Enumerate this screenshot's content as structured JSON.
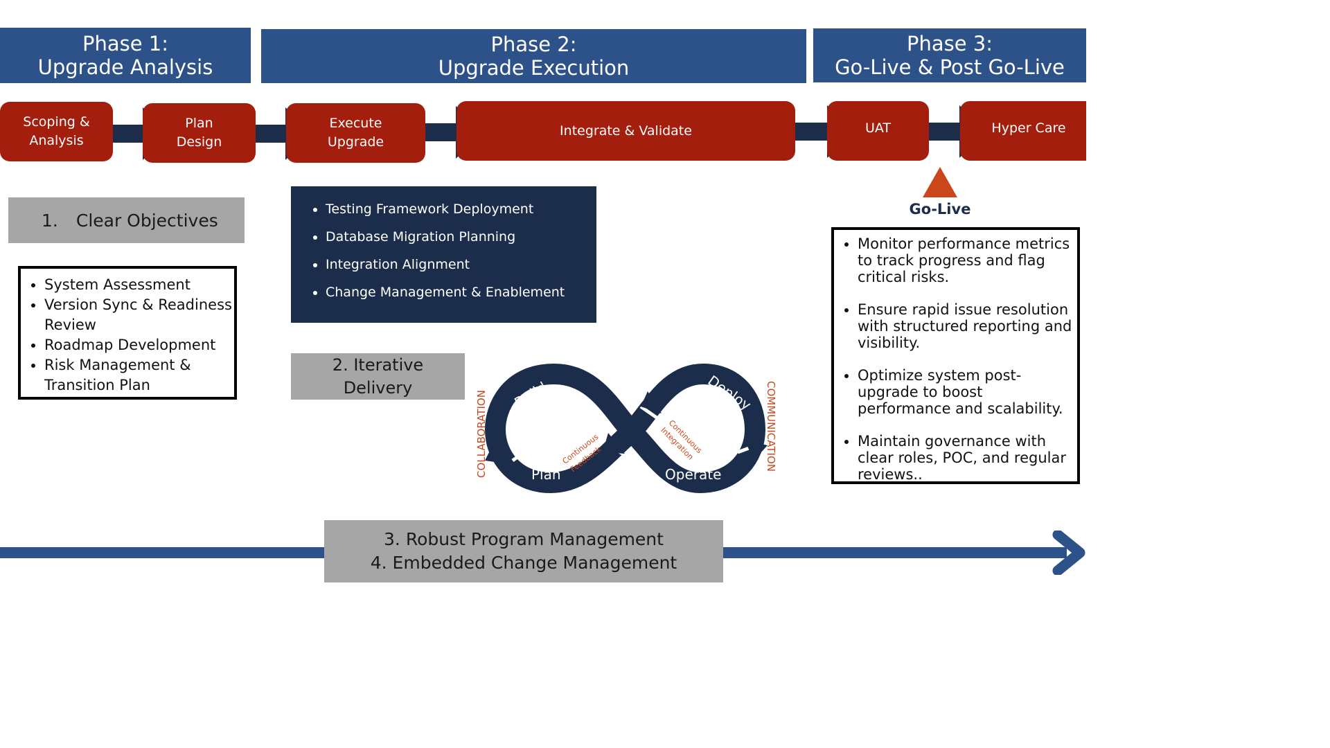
{
  "phases": [
    {
      "line1": "Phase 1:",
      "line2": "Upgrade Analysis"
    },
    {
      "line1": "Phase 2:",
      "line2": "Upgrade Execution"
    },
    {
      "line1": "Phase 3:",
      "line2": "Go-Live & Post Go-Live"
    }
  ],
  "steps": [
    {
      "line1": "Scoping &",
      "line2": "Analysis"
    },
    {
      "line1": "Plan",
      "line2": "Design"
    },
    {
      "line1": "Execute",
      "line2": "Upgrade"
    },
    {
      "line1": "Integrate & Validate"
    },
    {
      "line1": "UAT"
    },
    {
      "line1": "Hyper Care"
    }
  ],
  "clear_objectives": {
    "number": "1.",
    "title": "Clear Objectives",
    "items": [
      "System Assessment",
      "Version Sync &  Readiness Review",
      "Roadmap Development",
      "Risk Management & Transition Plan"
    ]
  },
  "execution_items": [
    "Testing Framework Deployment",
    "Database Migration Planning",
    "Integration Alignment",
    "Change Management & Enablement"
  ],
  "iterative_delivery": {
    "line1": "2. Iterative",
    "line2": "Delivery"
  },
  "infinity": {
    "build": "Build",
    "deploy": "Deploy",
    "plan": "Plan",
    "operate": "Operate",
    "feedback_1": "Continuous",
    "feedback_2": "Feedback",
    "integration_1": "Continuous",
    "integration_2": "Integration",
    "left_side": "COLLABORATION",
    "right_side": "COMMUNICATION"
  },
  "golive": {
    "label": "Go-Live",
    "items": [
      "Monitor performance metrics to track progress and flag critical risks.",
      "Ensure rapid issue resolution with structured reporting and visibility.",
      "Optimize system post-upgrade to boost performance and scalability.",
      "Maintain governance with clear roles, POC, and regular reviews.."
    ]
  },
  "program_management": {
    "line1": "3. Robust Program Management",
    "line2": "4. Embedded Change Management"
  },
  "colors": {
    "phase_blue": "#2d5189",
    "step_red": "#a41e0d",
    "navy": "#1b2d4a",
    "gray": "#a6a6a6",
    "accent_orange": "#c9471a"
  }
}
